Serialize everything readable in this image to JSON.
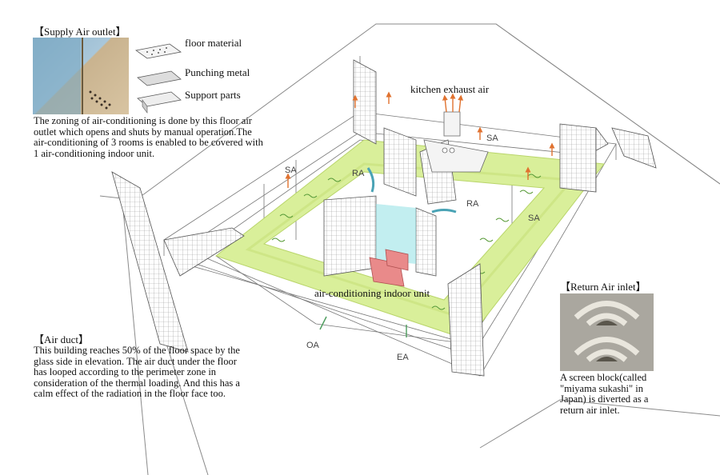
{
  "supply_outlet": {
    "title": "【Supply Air outlet】",
    "parts": [
      "floor material",
      "Punching metal",
      "Support parts"
    ],
    "description": "The zoning of air-conditioning is done by this floor air outlet which opens and shuts by manual operation.The air-conditioning of 3 rooms is enabled to be covered with 1 air-conditioning indoor unit."
  },
  "air_duct": {
    "title": "【Air duct】",
    "description": "This building reaches 50% of the floor space by the glass side in elevation. The air duct under the floor has looped according to the perimeter zone in consideration of the thermal loading. And this has a calm effect of the radiation in the floor face too."
  },
  "return_inlet": {
    "title": "【Return Air inlet】",
    "description": "A screen block(called \"miyama sukashi\" in Japan) is diverted as a return air inlet."
  },
  "diagram_labels": {
    "kitchen_exhaust": "kitchen exhaust air",
    "indoor_unit": "air-conditioning indoor unit",
    "sa": "SA",
    "ra": "RA",
    "oa": "OA",
    "ea": "EA"
  },
  "colors": {
    "duct_green": "#d9ef9a",
    "unit_red": "#e98a8a",
    "unit_cyan": "#8fe0e4",
    "arrow_orange": "#e0722f"
  }
}
